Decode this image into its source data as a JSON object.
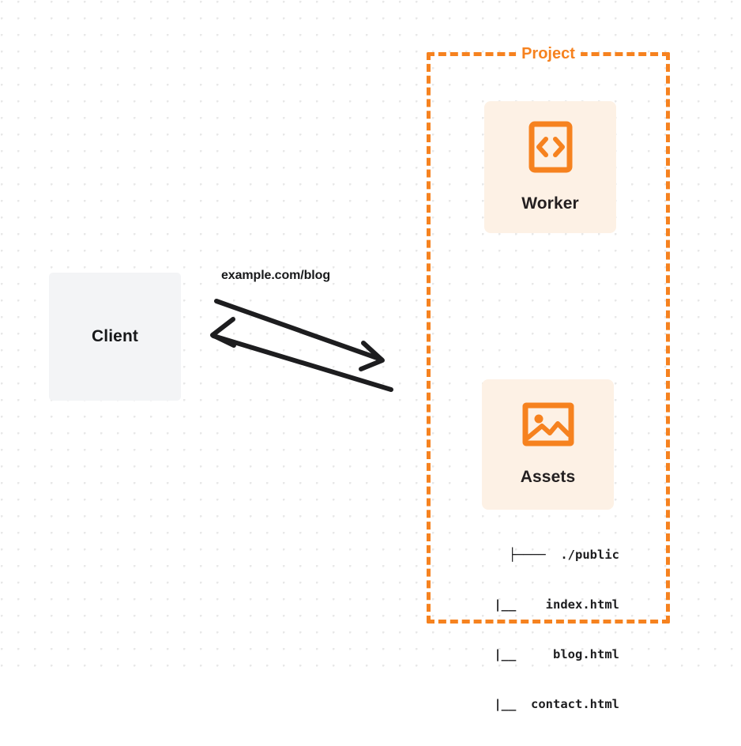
{
  "diagram": {
    "title": "Project",
    "background": "dot-grid",
    "accent_color": "#f6821f",
    "card_color": "#fdf1e5",
    "client_color": "#f3f4f6",
    "text_color": "#17181a"
  },
  "client": {
    "label": "Client"
  },
  "project": {
    "label": "Project",
    "nodes": [
      {
        "id": "worker",
        "label": "Worker",
        "icon": "code-file-icon"
      },
      {
        "id": "assets",
        "label": "Assets",
        "icon": "image-icon"
      }
    ]
  },
  "file_tree": {
    "rows": [
      "├────  ./public",
      "   |__    index.html",
      "   |__     blog.html",
      "   |__  contact.html"
    ]
  },
  "connection": {
    "label": "example.com/blog",
    "request_direction": "client-to-project",
    "response_direction": "project-to-client"
  }
}
